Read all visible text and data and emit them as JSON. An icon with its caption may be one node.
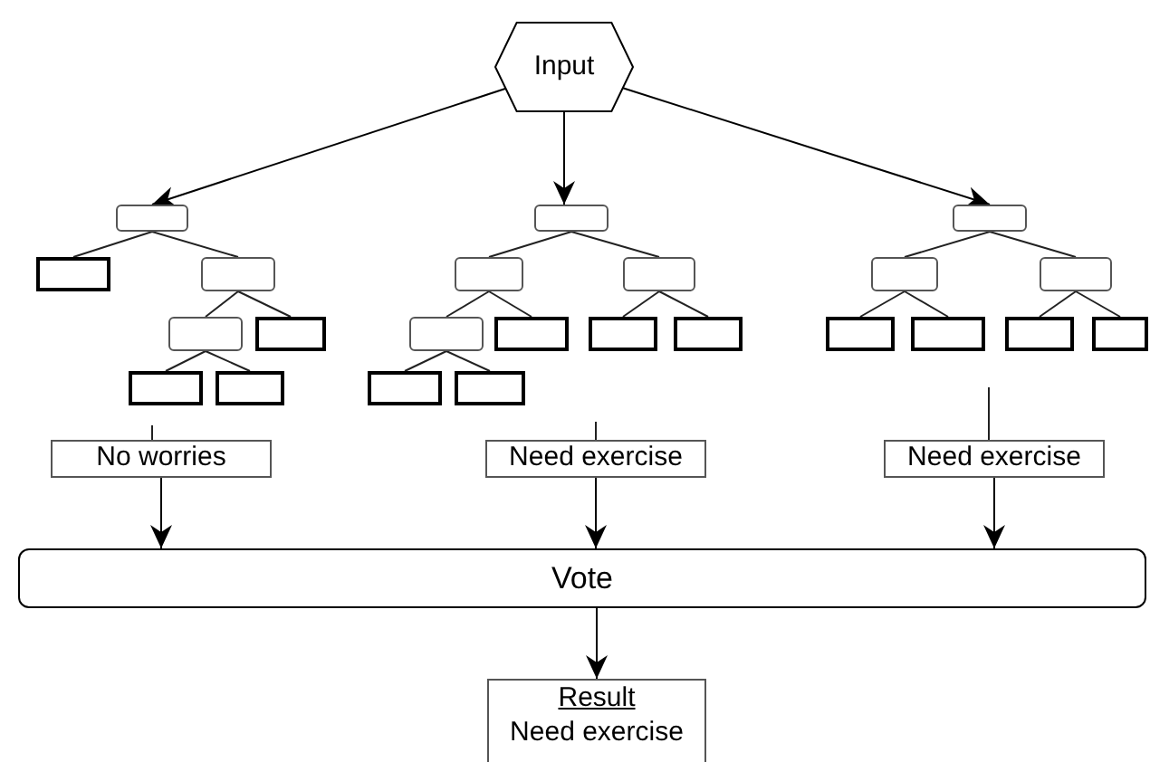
{
  "diagram": {
    "nodes": [
      {
        "text": [
          "Input"
        ]
      },
      {
        "text": [],
        "shape": "box"
      },
      {
        "text": [],
        "shape": "box"
      },
      {
        "text": [],
        "shape": "box"
      },
      {
        "text": [],
        "shape": "box"
      },
      {
        "text": [],
        "shape": "box"
      },
      {
        "text": [],
        "shape": "box"
      },
      {
        "text": [],
        "shape": "box"
      },
      {
        "text": [],
        "shape": "box"
      },
      {
        "text": [],
        "shape": "box"
      },
      {
        "text": [],
        "shape": "box"
      },
      {
        "text": [],
        "shape": "box"
      },
      {
        "text": [],
        "shape": "box"
      },
      {
        "text": [],
        "shape": "box"
      },
      {
        "text": [],
        "shape": "box"
      },
      {
        "text": [],
        "shape": "box"
      },
      {
        "text": [],
        "shape": "box"
      },
      {
        "text": [],
        "shape": "box"
      },
      {
        "text": [],
        "shape": "box"
      },
      {
        "text": [],
        "shape": "box"
      },
      {
        "text": [],
        "shape": "box"
      },
      {
        "text": [],
        "shape": "box"
      },
      {
        "text": [],
        "shape": "box"
      },
      {
        "text": [],
        "shape": "box"
      },
      {
        "text": [
          "No worries"
        ]
      },
      {
        "text": [
          "Need exercise"
        ]
      },
      {
        "text": [
          "Need exercise"
        ]
      },
      {
        "text": [
          "Vote"
        ]
      },
      {
        "text": [
          "Result",
          "Need exercise"
        ]
      }
    ],
    "edges": [
      {
        "from": 0,
        "to": 1,
        "arrow": "to"
      },
      {
        "from": 0,
        "to": 8,
        "arrow": "to"
      },
      {
        "from": 0,
        "to": 17,
        "arrow": "to"
      },
      {
        "from": 1,
        "to": 2,
        "arrow": "none"
      },
      {
        "from": 1,
        "to": 3,
        "arrow": "none"
      },
      {
        "from": 3,
        "to": 4,
        "arrow": "none"
      },
      {
        "from": 3,
        "to": 5,
        "arrow": "none"
      },
      {
        "from": 4,
        "to": 6,
        "arrow": "none"
      },
      {
        "from": 4,
        "to": 7,
        "arrow": "none"
      },
      {
        "from": 8,
        "to": 9,
        "arrow": "none"
      },
      {
        "from": 8,
        "to": 10,
        "arrow": "none"
      },
      {
        "from": 9,
        "to": 11,
        "arrow": "none"
      },
      {
        "from": 9,
        "to": 12,
        "arrow": "none"
      },
      {
        "from": 10,
        "to": 13,
        "arrow": "none"
      },
      {
        "from": 10,
        "to": 14,
        "arrow": "none"
      },
      {
        "from": 11,
        "to": 15,
        "arrow": "none"
      },
      {
        "from": 11,
        "to": 16,
        "arrow": "none"
      },
      {
        "from": 17,
        "to": 18,
        "arrow": "none"
      },
      {
        "from": 17,
        "to": 19,
        "arrow": "none"
      },
      {
        "from": 18,
        "to": 20,
        "arrow": "none"
      },
      {
        "from": 18,
        "to": 21,
        "arrow": "none"
      },
      {
        "from": 19,
        "to": 22,
        "arrow": "none"
      },
      {
        "from": 19,
        "to": 23,
        "arrow": "none"
      },
      {
        "from": null,
        "to": 24,
        "arrow": "none"
      },
      {
        "from": null,
        "to": 25,
        "arrow": "none"
      },
      {
        "from": null,
        "to": 26,
        "arrow": "none"
      },
      {
        "from": 24,
        "to": 27,
        "arrow": "to"
      },
      {
        "from": 25,
        "to": 27,
        "arrow": "to"
      },
      {
        "from": 26,
        "to": 27,
        "arrow": "to"
      },
      {
        "from": 27,
        "to": 28,
        "arrow": "to"
      }
    ]
  }
}
